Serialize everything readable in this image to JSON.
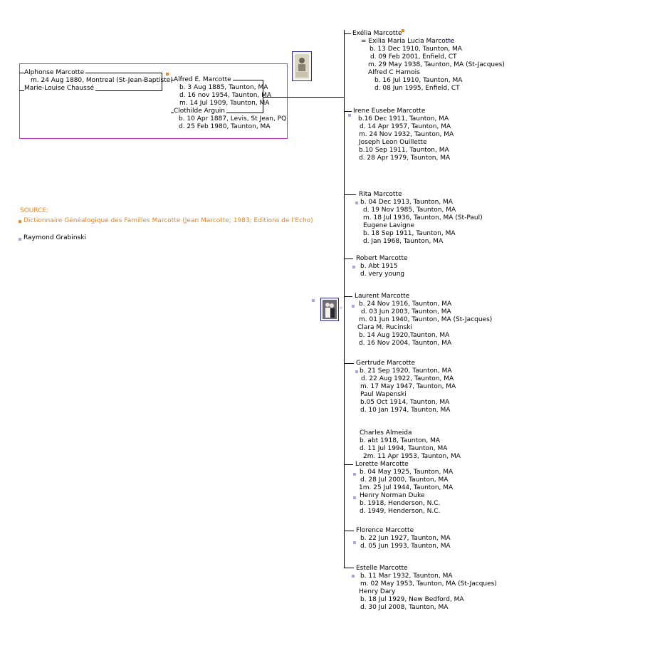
{
  "colors": {
    "frame": "#cc33cc",
    "source_marker": "#f08a24",
    "person_marker": "#a7a7e8",
    "line": "#000000"
  },
  "grandparents": {
    "father": "Alphonse Marcotte",
    "marriage": "m. 24 Aug 1880, Montreal (St-Jean-Baptiste)",
    "mother": "Marie-Louise Chaussé"
  },
  "parents": {
    "father": "Alfred E. Marcotte",
    "father_events": [
      "b. 3 Aug 1885, Taunton, MA",
      "d. 16 nov 1954, Taunton, MA",
      "m. 14 Jul 1909, Taunton, MA"
    ],
    "mother": "Clothilde Arguin",
    "mother_events": [
      "b. 10 Apr 1887, Levis, St Jean, PQ",
      "d. 25 Feb 1980, Taunton, MA"
    ]
  },
  "source": {
    "heading": "SOURCE:",
    "citation": "Dictionnaire Généalogique des Familles Marcotte (Jean Marcotte; 1983; Editions de l'Echo)",
    "contributor": "Raymond Grabinski"
  },
  "children": [
    {
      "name": "Exélia Marcotte",
      "lines": [
        "= Exilia Maria Lucia Marcotte",
        "b. 13 Dec 1910, Taunton, MA",
        "d. 09 Feb 2001, Enfield, CT",
        "m. 29 May 1938, Taunton, MA (St-Jacques)",
        "Alfred C Harnois",
        "b. 16 Jul 1910, Taunton, MA",
        "d. 08 Jun 1995, Enfield, CT"
      ]
    },
    {
      "name": "Irene Eusebe Marcotte",
      "lines": [
        "b.16 Dec 1911, Taunton, MA",
        "d. 14 Apr 1957, Taunton, MA",
        "m. 24 Nov 1932, Taunton, MA",
        "Joseph Leon Ouillette",
        "b.10 Sep 1911, Taunton, MA",
        "d. 28 Apr 1979, Taunton, MA"
      ]
    },
    {
      "name": "Rita Marcotte",
      "lines": [
        "b. 04 Dec 1913, Taunton, MA",
        "d. 19 Nov 1985, Taunton, MA",
        "m. 18 Jul 1936, Taunton, MA (St-Paul)",
        "Eugene Lavigne",
        "b. 18 Sep 1911, Taunton, MA",
        "d. Jan 1968, Taunton, MA"
      ]
    },
    {
      "name": "Robert Marcotte",
      "lines": [
        "b. Abt 1915",
        "d. very young"
      ]
    },
    {
      "name": "Laurent Marcotte",
      "lines": [
        "b. 24 Nov 1916, Taunton, MA",
        "d. 03 Jun 2003, Taunton, MA",
        "m. 01 Jun 1940, Taunton, MA (St-Jacques)",
        "Clara M. Rucinski",
        "b. 14 Aug 1920,Taunton, MA",
        "d. 16 Nov 2004, Taunton, MA"
      ]
    },
    {
      "name": "Gertrude Marcotte",
      "lines": [
        "b. 21 Sep 1920, Taunton, MA",
        "d. 22 Aug 1922, Taunton, MA",
        "m. 17 May 1947, Taunton, MA",
        "Paul Wapenski",
        "b.05 Oct 1914, Taunton, MA",
        "d. 10 Jan 1974, Taunton, MA"
      ]
    },
    {
      "name": "Lorette Marcotte",
      "pre_lines": [
        "Charles Almeida",
        "b. abt 1918, Taunton, MA",
        "d. 11 Jul 1994, Taunton, MA",
        "2m. 11 Apr 1953, Taunton, MA"
      ],
      "lines": [
        "b. 04 May 1925, Taunton, MA",
        "d. 28 Jul 2000, Taunton, MA",
        "1m. 25 Jul 1944, Taunton, MA",
        "Henry Norman Duke",
        "b. 1918, Henderson, N.C.",
        "d. 1949, Henderson, N.C."
      ]
    },
    {
      "name": "Florence Marcotte",
      "lines": [
        "b. 22 Jun 1927, Taunton, MA",
        "d. 05 Jun 1993, Taunton, MA"
      ]
    },
    {
      "name": "Estelle Marcotte",
      "lines": [
        "b. 11 Mar 1932, Taunton, MA",
        "m. 02 May 1953, Taunton, MA (St-Jacques)",
        "Henry Dary",
        "b. 18 Jul 1929, New Bedford, MA",
        "d. 30 Jul 2008, Taunton, MA"
      ]
    }
  ]
}
